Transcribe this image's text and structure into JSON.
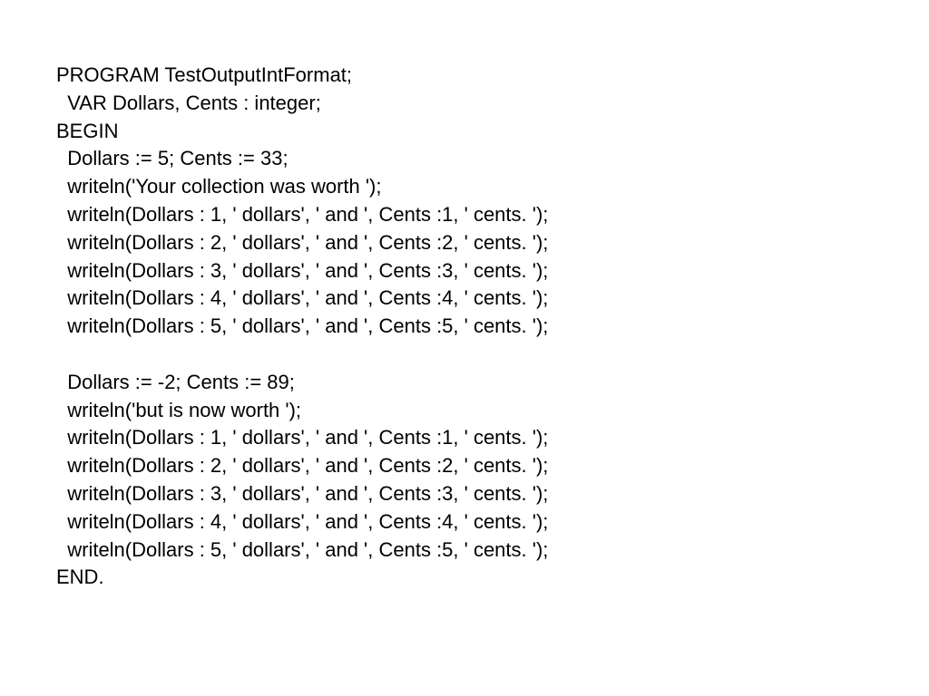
{
  "code": {
    "lines": [
      "PROGRAM TestOutputIntFormat;",
      "  VAR Dollars, Cents : integer;",
      "BEGIN",
      "  Dollars := 5; Cents := 33;",
      "  writeln('Your collection was worth ');",
      "  writeln(Dollars : 1, ' dollars', ' and ', Cents :1, ' cents. ');",
      "  writeln(Dollars : 2, ' dollars', ' and ', Cents :2, ' cents. ');",
      "  writeln(Dollars : 3, ' dollars', ' and ', Cents :3, ' cents. ');",
      "  writeln(Dollars : 4, ' dollars', ' and ', Cents :4, ' cents. ');",
      "  writeln(Dollars : 5, ' dollars', ' and ', Cents :5, ' cents. ');",
      "",
      "  Dollars := -2; Cents := 89;",
      "  writeln('but is now worth ');",
      "  writeln(Dollars : 1, ' dollars', ' and ', Cents :1, ' cents. ');",
      "  writeln(Dollars : 2, ' dollars', ' and ', Cents :2, ' cents. ');",
      "  writeln(Dollars : 3, ' dollars', ' and ', Cents :3, ' cents. ');",
      "  writeln(Dollars : 4, ' dollars', ' and ', Cents :4, ' cents. ');",
      "  writeln(Dollars : 5, ' dollars', ' and ', Cents :5, ' cents. ');",
      "END."
    ]
  }
}
